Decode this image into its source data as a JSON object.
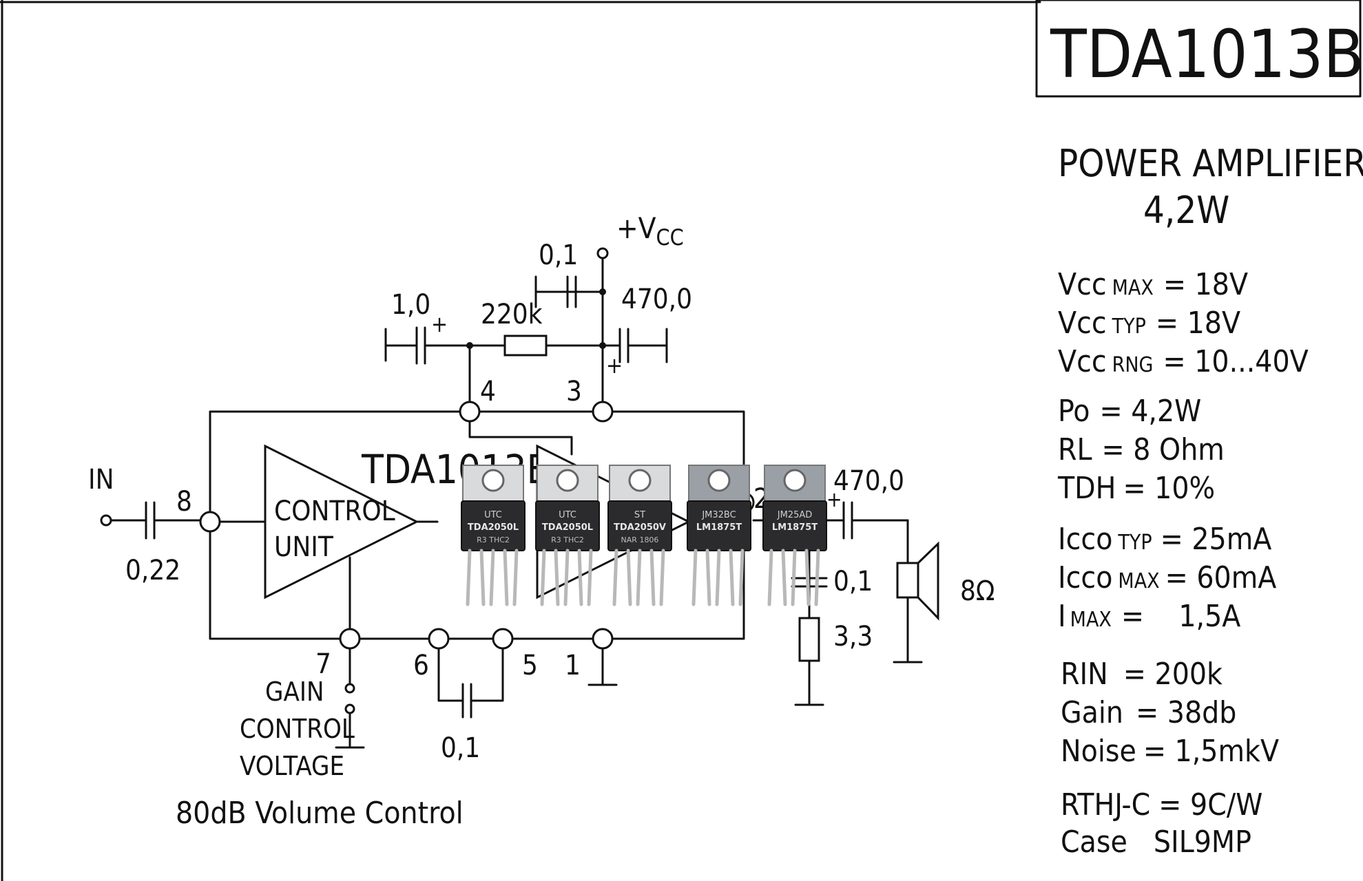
{
  "title": "TDA1013B",
  "subtitle": "POWER AMPLIFIER",
  "power": "4,2W",
  "specs": {
    "vcc_max": {
      "sym": "Vcc",
      "sub": "MAX",
      "eq": "= 18V"
    },
    "vcc_typ": {
      "sym": "Vcc",
      "sub": "TYP",
      "eq": "= 18V"
    },
    "vcc_rng": {
      "sym": "Vcc",
      "sub": "RNG",
      "eq": "= 10...40V"
    },
    "po": {
      "sym": "Po",
      "eq": "= 4,2W"
    },
    "rl": {
      "sym": "RL",
      "eq": "= 8 Ohm"
    },
    "tdh": {
      "sym": "TDH",
      "eq": "= 10%"
    },
    "icco_typ": {
      "sym": "Icco",
      "sub": "TYP",
      "eq": "= 25mA"
    },
    "icco_max": {
      "sym": "Icco",
      "sub": "MAX",
      "eq": "= 60mA"
    },
    "imax": {
      "sym": "I",
      "sub": "MAX",
      "eq": "=    1,5A"
    },
    "rin": {
      "sym": "RIN",
      "eq": "= 200k"
    },
    "gain": {
      "sym": "Gain",
      "eq": "= 38db"
    },
    "noise": {
      "sym": "Noise",
      "eq": "= 1,5mkV"
    },
    "rthj": {
      "sym": "RTHJ-C",
      "eq": "= 9C/W"
    },
    "case": {
      "sym": "Case",
      "eq": "SIL9MP"
    }
  },
  "schematic": {
    "chip_label": "TDA1013B",
    "control_unit": [
      "CONTROL",
      "UNIT"
    ],
    "in_label": "IN",
    "vcc_label": "+V",
    "vcc_sub": "CC",
    "pins": [
      "1",
      "2",
      "3",
      "4",
      "5",
      "6",
      "7",
      "8"
    ],
    "components": {
      "c_in": "0,22",
      "c_bootstrap": "1,0",
      "r_feedback": "220k",
      "c_decouple": "0,1",
      "c_supply": "470,0",
      "c_out": "470,0",
      "c_zobel": "0,1",
      "r_zobel": "3,3",
      "c_pin56": "0,1",
      "speaker": "8Ω"
    },
    "gain_control": [
      "GAIN",
      "CONTROL",
      "VOLTAGE"
    ],
    "volume_note": "80dB Volume Control"
  },
  "packages": [
    {
      "brand": "UTC",
      "part": "TDA2050L",
      "code": "R3 THC2"
    },
    {
      "brand": "UTC",
      "part": "TDA2050L",
      "code": "R3 THC2"
    },
    {
      "brand": "ST",
      "part": "TDA2050V",
      "code": "NAR  1806"
    },
    {
      "brand": "JM32BC",
      "part": "LM1875T",
      "code": ""
    },
    {
      "brand": "JM25AD",
      "part": "LM1875T",
      "code": ""
    }
  ]
}
